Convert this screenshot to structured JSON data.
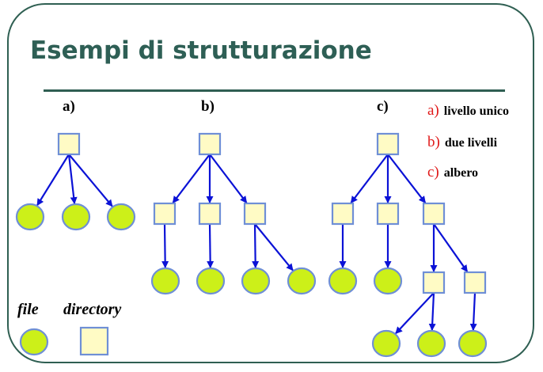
{
  "title": "Esempi di strutturazione",
  "panels": [
    {
      "label": "a)"
    },
    {
      "label": "b)"
    },
    {
      "label": "c)"
    }
  ],
  "legend": [
    {
      "key": "a)",
      "text": "livello unico"
    },
    {
      "key": "b)",
      "text": "due livelli"
    },
    {
      "key": "c)",
      "text": "albero"
    }
  ],
  "captions": {
    "file": "file",
    "directory": "directory"
  },
  "colors": {
    "title": "#2e5f55",
    "border": "#2f5f52",
    "file_fill": "#ccf019",
    "node_stroke": "#6f8fd6",
    "dir_fill": "#fffbc5",
    "arrow": "#0b12d6",
    "legend_key": "#e01818"
  },
  "node_types": {
    "file": "circle",
    "directory": "square"
  }
}
